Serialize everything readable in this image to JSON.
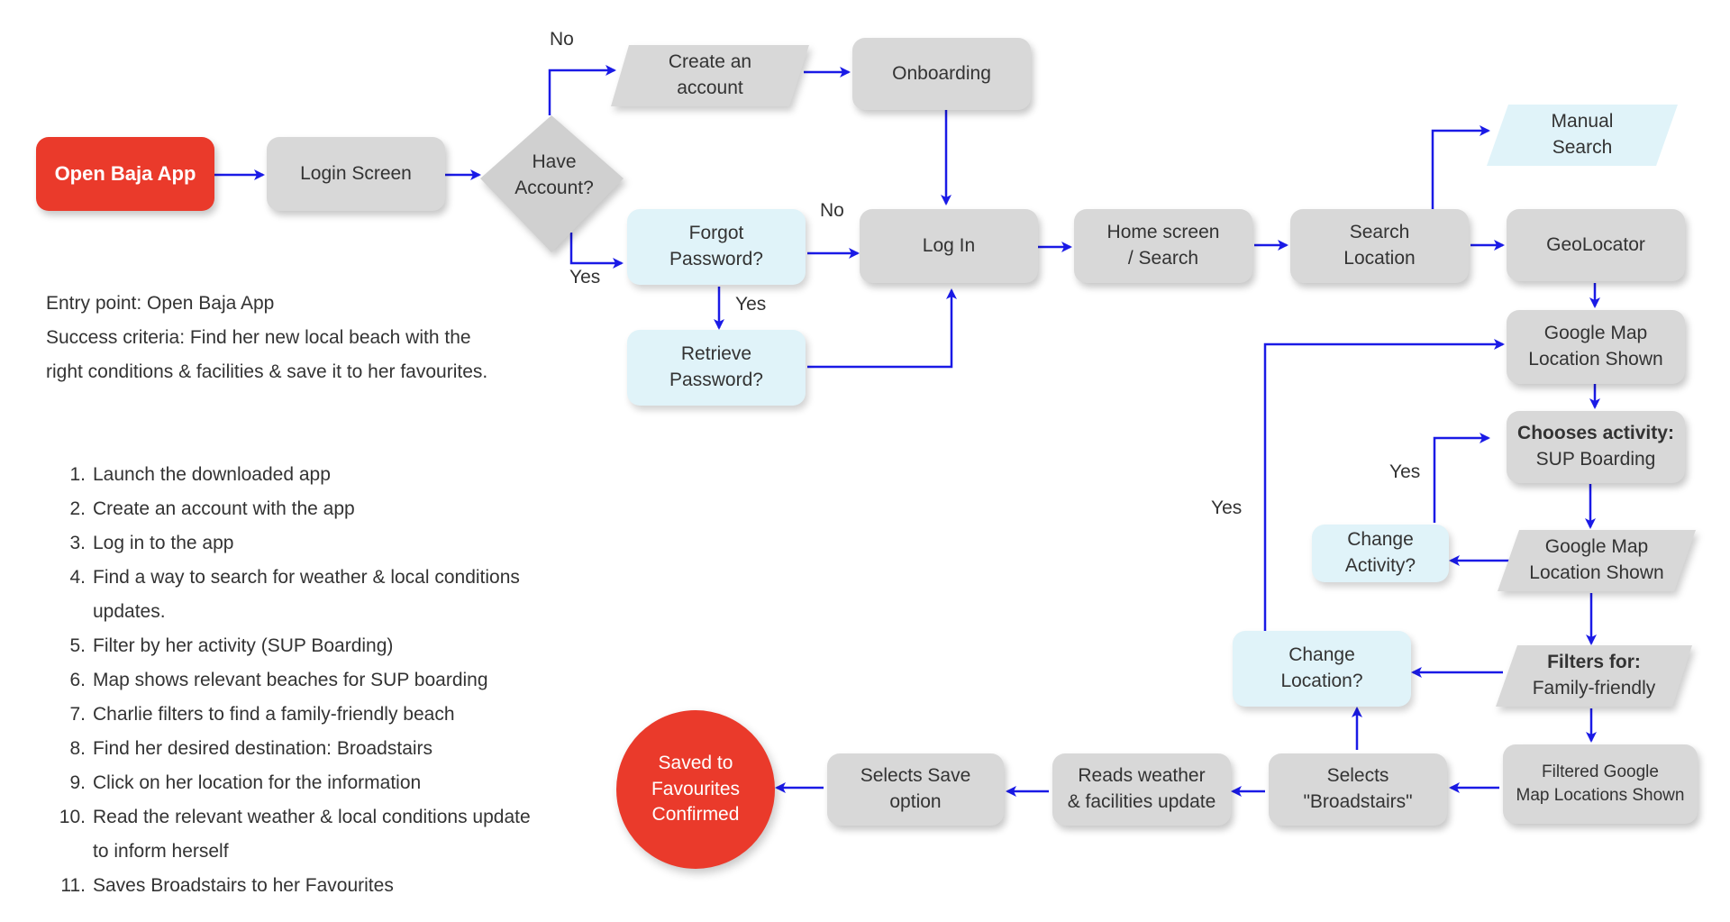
{
  "nodes": {
    "open_app": "Open Baja App",
    "login_screen": "Login Screen",
    "have_account": "Have\nAccount?",
    "create_account": "Create an\naccount",
    "onboarding": "Onboarding",
    "forgot_password": "Forgot\nPassword?",
    "retrieve_password": "Retrieve\nPassword?",
    "log_in": "Log In",
    "home_screen": "Home screen\n/ Search",
    "search_location": "Search\nLocation",
    "manual_search": "Manual\nSearch",
    "geolocator": "GeoLocator",
    "google_map_1": "Google Map\nLocation Shown",
    "chooses_activity_title": "Chooses activity:",
    "chooses_activity_value": "SUP Boarding",
    "google_map_2": "Google Map\nLocation Shown",
    "change_activity": "Change\nActivity?",
    "filters_for_title": "Filters for:",
    "filters_for_value": "Family-friendly",
    "change_location": "Change\nLocation?",
    "filtered_google": "Filtered Google\nMap Locations Shown",
    "selects_broadstairs": "Selects\n\"Broadstairs\"",
    "reads_weather": "Reads weather\n& facilities update",
    "selects_save": "Selects Save\noption",
    "saved_favourites": "Saved to\nFavourites\nConfirmed"
  },
  "edge_labels": {
    "no_create": "No",
    "yes_forgot": "Yes",
    "no_login": "No",
    "yes_retrieve": "Yes",
    "yes_activity": "Yes",
    "yes_location": "Yes"
  },
  "notes": {
    "entry_point": "Entry point: Open Baja App",
    "success_1": "Success criteria: Find her new local beach with the",
    "success_2": "right conditions & facilities & save it to her favourites."
  },
  "steps": [
    {
      "num": "1.",
      "text": "Launch the downloaded app"
    },
    {
      "num": "2.",
      "text": "Create an account with the app"
    },
    {
      "num": "3.",
      "text": "Log in to the app"
    },
    {
      "num": "4.",
      "text": "Find a way to search for weather & local conditions updates."
    },
    {
      "num": "5.",
      "text": "Filter by her activity (SUP Boarding)"
    },
    {
      "num": "6.",
      "text": "Map shows relevant beaches for SUP boarding"
    },
    {
      "num": "7.",
      "text": "Charlie filters to find a family-friendly beach"
    },
    {
      "num": "8.",
      "text": "Find her desired destination: Broadstairs"
    },
    {
      "num": "9.",
      "text": "Click on her location for the information"
    },
    {
      "num": "10.",
      "text": "Read the relevant weather & local conditions update to inform herself"
    },
    {
      "num": "11.",
      "text": "Saves Broadstairs to her Favourites"
    }
  ],
  "colors": {
    "accent_red": "#ea3a2b",
    "node_gray": "#d8d8d8",
    "node_blue": "#e0f3f9",
    "arrow_blue": "#1a1ae6"
  }
}
